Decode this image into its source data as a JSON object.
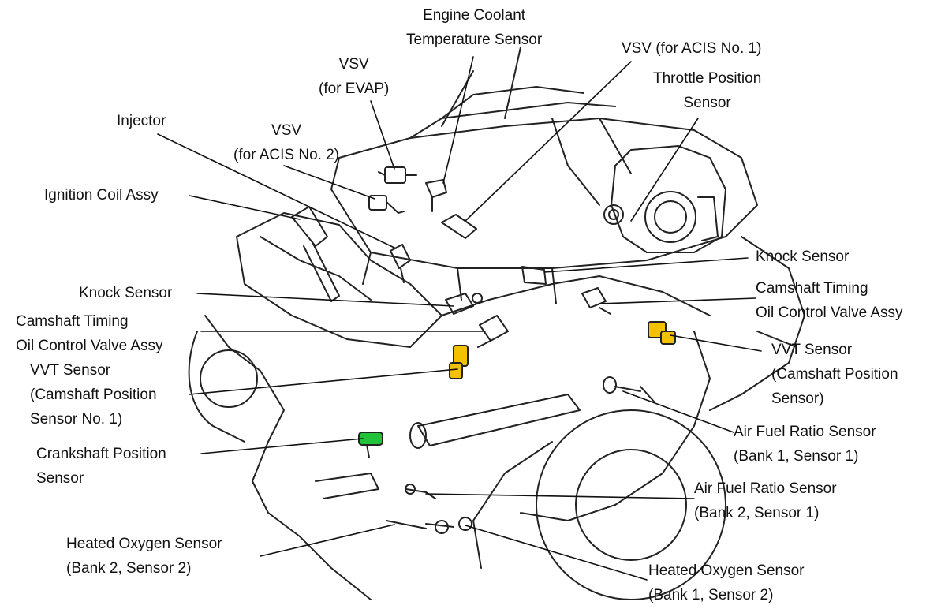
{
  "labels": {
    "engine_coolant_temp_sensor": [
      "Engine Coolant",
      "Temperature Sensor"
    ],
    "vsv_acis1": [
      "VSV (for ACIS No. 1)"
    ],
    "throttle_position_sensor": [
      "Throttle Position",
      "Sensor"
    ],
    "vsv_evap": [
      "VSV",
      "(for EVAP)"
    ],
    "injector": [
      "Injector"
    ],
    "vsv_acis2": [
      "VSV",
      "(for ACIS No. 2)"
    ],
    "ignition_coil_assy": [
      "Ignition Coil Assy"
    ],
    "knock_sensor_left": [
      "Knock Sensor"
    ],
    "knock_sensor_right": [
      "Knock Sensor"
    ],
    "camshaft_ocv_left": [
      "Camshaft Timing",
      "Oil Control Valve Assy"
    ],
    "camshaft_ocv_right": [
      "Camshaft Timing",
      "Oil Control Valve Assy"
    ],
    "vvt_sensor_left": [
      "VVT Sensor",
      "(Camshaft Position",
      "Sensor No. 1)"
    ],
    "vvt_sensor_right": [
      "VVT Sensor",
      "(Camshaft Position",
      "Sensor)"
    ],
    "crankshaft_position_sensor": [
      "Crankshaft Position",
      "Sensor"
    ],
    "af_sensor_b1s1": [
      "Air Fuel Ratio Sensor",
      "(Bank 1, Sensor 1)"
    ],
    "af_sensor_b2s1": [
      "Air Fuel Ratio Sensor",
      "(Bank 2, Sensor 1)"
    ],
    "ho2_sensor_b2s2": [
      "Heated Oxygen Sensor",
      "(Bank 2, Sensor 2)"
    ],
    "ho2_sensor_b1s2": [
      "Heated Oxygen Sensor",
      "(Bank 1, Sensor 2)"
    ]
  },
  "colors": {
    "line": "#111111",
    "engine_outline": "#222222",
    "vvt_highlight": "#f2c200",
    "crank_highlight": "#22c23a"
  }
}
